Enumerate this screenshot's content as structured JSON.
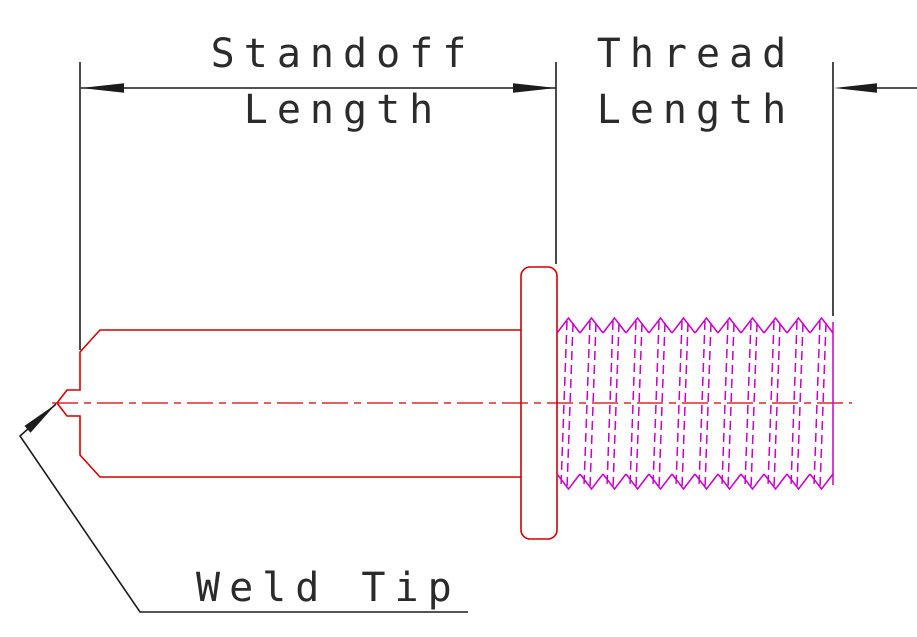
{
  "labels": {
    "standoff_line1": "Standoff",
    "standoff_line2": "Length",
    "thread_line1": "Thread",
    "thread_line2": "Length",
    "weld_tip": "Weld Tip"
  },
  "colors": {
    "dimension": "#1c1c1c",
    "outline": "#d40000",
    "thread": "#c800c8"
  }
}
